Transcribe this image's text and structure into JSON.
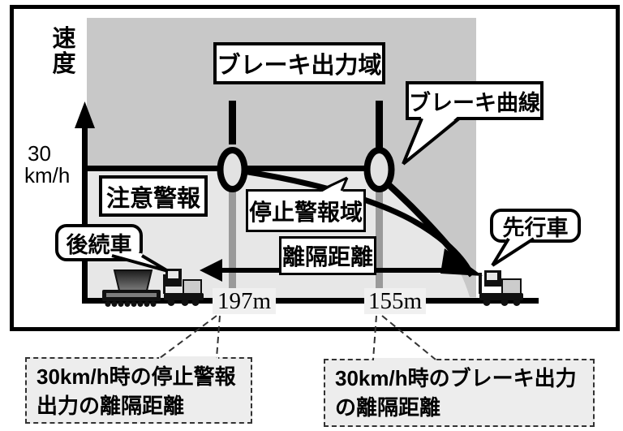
{
  "labels": {
    "speed_axis": "速度",
    "speed_value": "30",
    "speed_unit": "km/h",
    "brake_output_zone": "ブレーキ出力域",
    "brake_curve": "ブレーキ曲線",
    "caution_warning": "注意警報",
    "stop_warning_zone": "停止警報域",
    "separation_distance": "離隔距離",
    "following_vehicle": "後続車",
    "leading_vehicle": "先行車",
    "stop_warning_distance": "197m",
    "brake_output_distance": "155m"
  },
  "notes": {
    "stop_warning_note_line1": "30km/h時の停止警報",
    "stop_warning_note_line2": "出力の離隔距離",
    "brake_output_note_line1": "30km/h時のブレーキ出力",
    "brake_output_note_line2": "の離隔距離"
  },
  "colors": {
    "zone_dark": "#c8c8c8",
    "zone_light": "#e7e7e7",
    "marker_bar": "#9a9a9a",
    "distance_label_bg": "#f0f0f0",
    "note_bg": "#ededed",
    "ink": "#000000"
  }
}
